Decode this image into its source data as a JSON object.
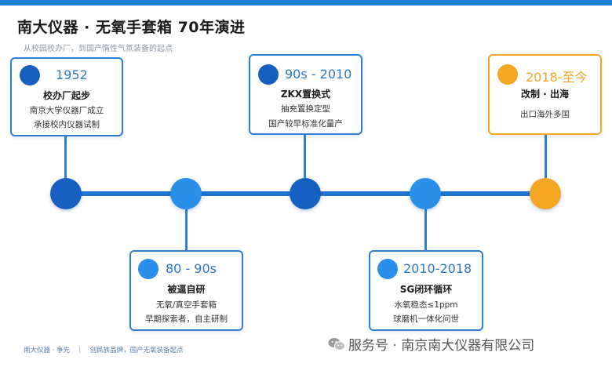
{
  "title": "南大仪器 · 无氧手套箱 70年演进",
  "subtitle": "从校园校办厂，到国产惰性气氛装备的起点",
  "colors": {
    "dark_blue": "#1760c2",
    "light_blue": "#2a8fe8",
    "gold": "#f5a623",
    "axis": "#1f74d0"
  },
  "milestones": [
    {
      "year": "1952",
      "heading": "校办厂起步",
      "lines": [
        "南京大学仪器厂成立",
        "承接校内仪器试制"
      ]
    },
    {
      "year": "80 - 90s",
      "heading": "被逼自研",
      "lines": [
        "无氧/真空手套箱",
        "早期探索者，自主研制"
      ]
    },
    {
      "year": "90s - 2010",
      "heading": "ZKX置换式",
      "lines": [
        "抽充置换定型",
        "国产较早标准化量产"
      ]
    },
    {
      "year": "2010-2018",
      "heading": "SG闭环循环",
      "lines": [
        "水氧稳态≤1ppm",
        "球磨机一体化问世"
      ]
    },
    {
      "year": "2018-至今",
      "heading": "改制 · 出海",
      "lines": [
        "出口海外多国"
      ]
    }
  ],
  "footer": "南大仪器 · 争先　｜　创民族品牌，国产无氧装备起点",
  "watermark": {
    "icon": "wechat-icon",
    "text": "服务号 · 南京南大仪器有限公司"
  }
}
